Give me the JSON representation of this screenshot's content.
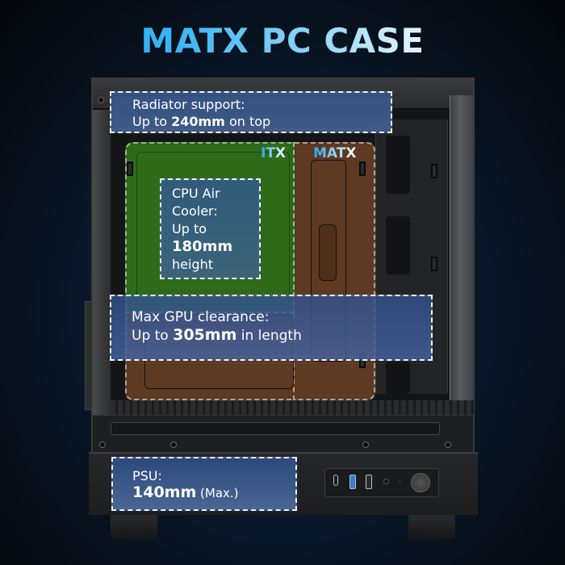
{
  "title": "MATX PC CASE",
  "colors": {
    "title_gradient_start": "#22a6f0",
    "title_gradient_end": "#ffffff",
    "callout_bg": "#36568c",
    "itx_board": "#2e6b19",
    "matx_board": "#5e3a22",
    "background": "#0a1a2c"
  },
  "board_labels": {
    "itx": "ITX",
    "matx": "MATX"
  },
  "callouts": {
    "radiator": {
      "line1": "Radiator support:",
      "prefix": "Up to ",
      "value": "240mm",
      "suffix": " on top"
    },
    "cpu_cooler": {
      "line1": "CPU Air",
      "line2": "Cooler:",
      "line3": "Up to",
      "value": "180mm",
      "line5": "height"
    },
    "gpu": {
      "line1": "Max GPU clearance:",
      "prefix": "Up to ",
      "value": "305mm",
      "suffix": " in length"
    },
    "psu": {
      "line1": "PSU:",
      "value": "140mm",
      "suffix": " (Max.)"
    }
  },
  "io_panel": {
    "ports": [
      {
        "type": "usb-c",
        "icon": "usb-c-port-icon"
      },
      {
        "type": "usb-3",
        "icon": "usb3-port-icon",
        "color": "#3a7bd5"
      },
      {
        "type": "usb-a",
        "icon": "usb-port-icon"
      },
      {
        "type": "audio",
        "icon": "audio-jack-icon"
      },
      {
        "type": "led",
        "icon": "led-indicator-icon"
      },
      {
        "type": "power",
        "icon": "power-button-icon"
      }
    ]
  }
}
